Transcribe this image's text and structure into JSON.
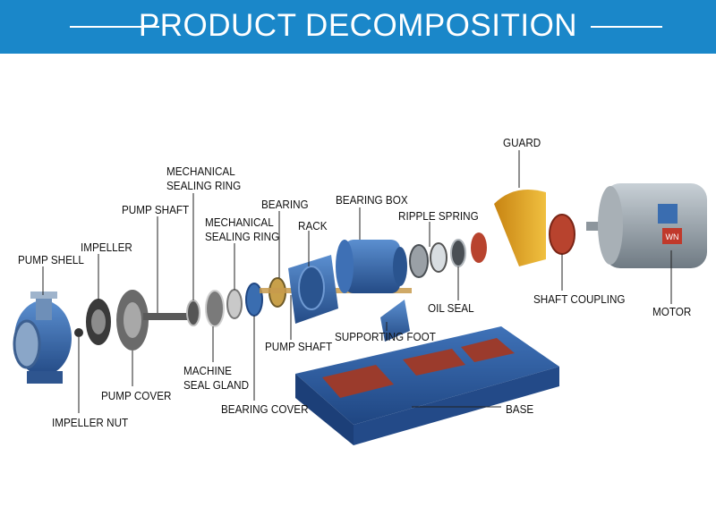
{
  "header": {
    "title": "PRODUCT DECOMPOSITION"
  },
  "colors": {
    "banner": "#1a87c9",
    "part_blue": "#2f5f9e",
    "guard": "#e0a020",
    "coupling": "#b8432e",
    "motor": "#9aa4ac",
    "base_red": "#9b3b2c"
  },
  "labels": {
    "pump_shell": "PUMP SHELL",
    "impeller": "IMPELLER",
    "pump_shaft_top": "PUMP SHAFT",
    "mech_ring_1a": "MECHANICAL",
    "mech_ring_1b": "SEALING RING",
    "mech_ring_2a": "MECHANICAL",
    "mech_ring_2b": "SEALING RING",
    "bearing": "BEARING",
    "rack": "RACK",
    "bearing_box": "BEARING BOX",
    "ripple_spring": "RIPPLE SPRING",
    "guard": "GUARD",
    "shaft_coupling": "SHAFT COUPLING",
    "motor": "MOTOR",
    "oil_seal": "OIL SEAL",
    "supporting_foot": "SUPPORTING FOOT",
    "pump_shaft_bottom": "PUMP SHAFT",
    "machine_seal_gland_a": "MACHINE",
    "machine_seal_gland_b": "SEAL GLAND",
    "pump_cover": "PUMP COVER",
    "impeller_nut": "IMPELLER NUT",
    "bearing_cover": "BEARING COVER",
    "base": "BASE",
    "motor_badge": "WN"
  }
}
